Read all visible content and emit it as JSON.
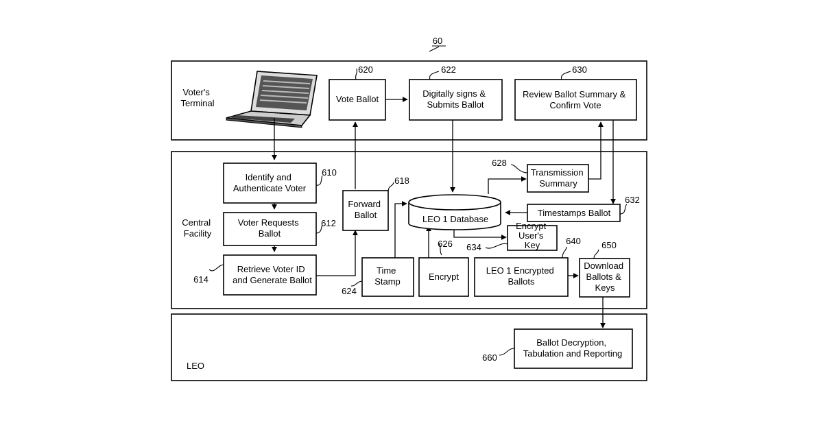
{
  "figure_ref": "60",
  "regions": {
    "voter_terminal": [
      "Voter's",
      "Terminal"
    ],
    "central_facility": [
      "Central",
      "Facility"
    ],
    "leo": "LEO"
  },
  "boxes": {
    "vote_ballot": [
      "Vote Ballot"
    ],
    "digitally_signs": [
      "Digitally signs &",
      "Submits Ballot"
    ],
    "review_summary": [
      "Review Ballot Summary &",
      "Confirm Vote"
    ],
    "identify": [
      "Identify and",
      "Authenticate Voter"
    ],
    "voter_requests": [
      "Voter Requests",
      "Ballot"
    ],
    "retrieve": [
      "Retrieve Voter ID",
      "and Generate Ballot"
    ],
    "forward_ballot": [
      "Forward",
      "Ballot"
    ],
    "time_stamp": [
      "Time",
      "Stamp"
    ],
    "encrypt": [
      "Encrypt"
    ],
    "leo_database": [
      "LEO 1 Database"
    ],
    "transmission_summary": [
      "Transmission",
      "Summary"
    ],
    "timestamps_ballot": [
      "Timestamps Ballot"
    ],
    "encrypt_key": [
      "Encrypt",
      "User's",
      "Key"
    ],
    "leo_encrypted": [
      "LEO 1 Encrypted",
      "Ballots"
    ],
    "download": [
      "Download",
      "Ballots &",
      "Keys"
    ],
    "decryption": [
      "Ballot Decryption,",
      "Tabulation and Reporting"
    ]
  },
  "refs": {
    "vote_ballot": "620",
    "digitally_signs": "622",
    "review_summary": "630",
    "identify": "610",
    "voter_requests": "612",
    "retrieve": "614",
    "forward_ballot": "618",
    "time_stamp": "624",
    "encrypt": "626",
    "transmission_summary": "628",
    "timestamps_ballot": "632",
    "encrypt_key": "634",
    "leo_encrypted": "640",
    "download": "650",
    "decryption": "660"
  }
}
